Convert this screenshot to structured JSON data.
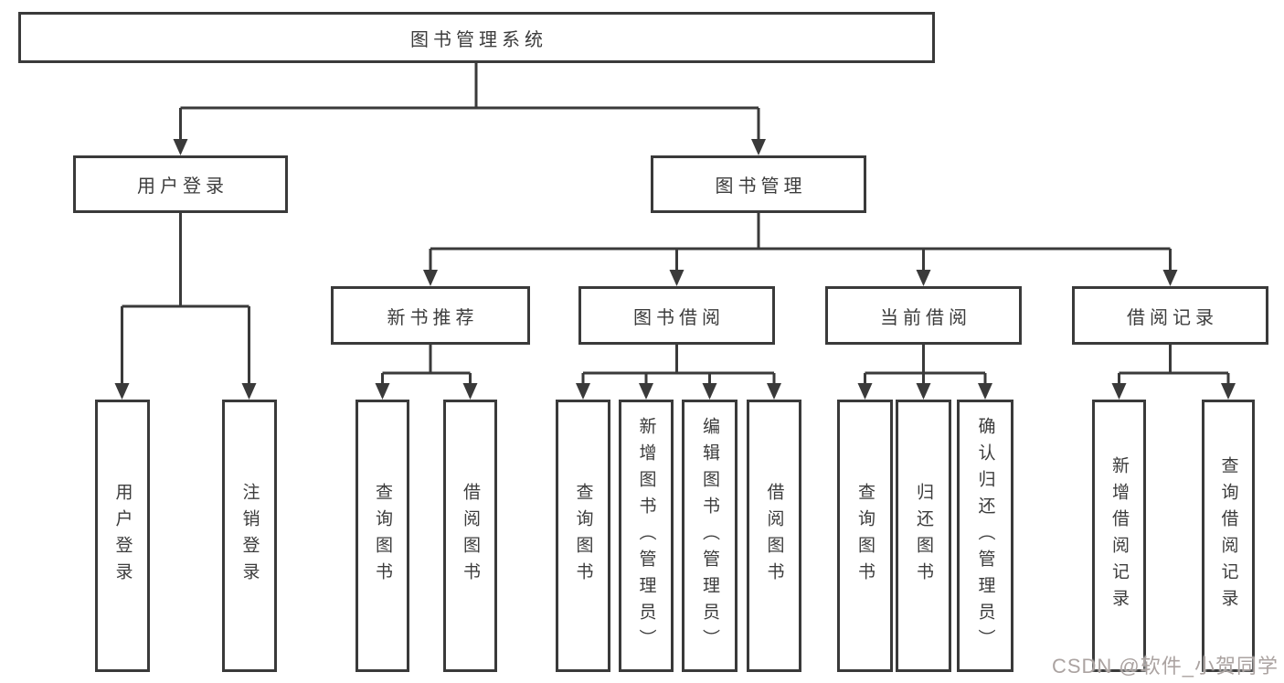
{
  "diagram": {
    "tree": {
      "label": "图书管理系统",
      "children": [
        {
          "label": "用户登录",
          "children": [
            {
              "label": "用户登录"
            },
            {
              "label": "注销登录"
            }
          ]
        },
        {
          "label": "图书管理",
          "children": [
            {
              "label": "新书推荐",
              "children": [
                {
                  "label": "查询图书"
                },
                {
                  "label": "借阅图书"
                }
              ]
            },
            {
              "label": "图书借阅",
              "children": [
                {
                  "label": "查询图书"
                },
                {
                  "label": "新增图书（管理员）"
                },
                {
                  "label": "编辑图书（管理员）"
                },
                {
                  "label": "借阅图书"
                }
              ]
            },
            {
              "label": "当前借阅",
              "children": [
                {
                  "label": "查询图书"
                },
                {
                  "label": "归还图书"
                },
                {
                  "label": "确认归还（管理员）"
                }
              ]
            },
            {
              "label": "借阅记录",
              "children": [
                {
                  "label": "新增借阅记录"
                },
                {
                  "label": "查询借阅记录"
                }
              ]
            }
          ]
        }
      ]
    },
    "colors": {
      "line": "#3a3a3a",
      "box_border": "#3a3a3a",
      "box_fill": "#ffffff",
      "text": "#3c3c3c",
      "background": "#ffffff"
    }
  },
  "watermark": {
    "text": "CSDN @软件_小贺同学",
    "color": "#aba3a1"
  }
}
